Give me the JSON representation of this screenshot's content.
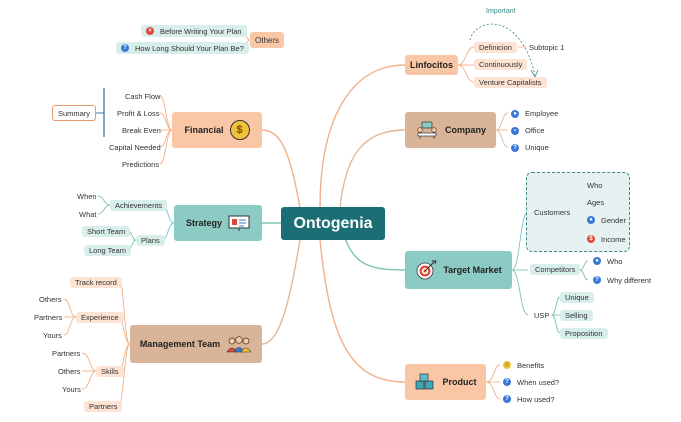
{
  "center": "Ontogenia",
  "others_group": {
    "label": "Others",
    "items": [
      {
        "label": "Before Writing Your Plan",
        "icon": "red-x-icon"
      },
      {
        "label": "How Long Should Your Plan Be?",
        "icon": "blue-question-icon"
      }
    ]
  },
  "financial": {
    "label": "Financial",
    "icon": "dollar-coin-icon",
    "items": [
      "Cash Flow",
      "Profit & Loss",
      "Break Even",
      "Capital Needed",
      "Predictions"
    ],
    "summary": "Summary"
  },
  "strategy": {
    "label": "Strategy",
    "icon": "presentation-icon",
    "achievements": {
      "label": "Achievements",
      "items": [
        "When",
        "What"
      ]
    },
    "plans": {
      "label": "Plans",
      "items": [
        "Short Team",
        "Long Team"
      ]
    }
  },
  "management": {
    "label": "Management Team",
    "icon": "team-people-icon",
    "track": "Track record",
    "experience": {
      "label": "Experience",
      "items": [
        "Others",
        "Partners",
        "Yours"
      ]
    },
    "skills": {
      "label": "Skills",
      "items": [
        "Partners",
        "Others",
        "Yours"
      ]
    },
    "partners": "Partners"
  },
  "linfocitos": {
    "label": "Linfocitos",
    "items": [
      "Definicion",
      "Continuously",
      "Venture Capitalists"
    ],
    "subtopic": "Subtopic 1",
    "important": "Important"
  },
  "company": {
    "label": "Company",
    "icon": "office-meeting-icon",
    "items": [
      {
        "label": "Employee",
        "icon": "person-icon"
      },
      {
        "label": "Office",
        "icon": "building-icon"
      },
      {
        "label": "Unique",
        "icon": "question-icon"
      }
    ]
  },
  "target": {
    "label": "Target Market",
    "icon": "target-icon",
    "customers": {
      "label": "Customers",
      "items": [
        "Who",
        "Ages",
        "Gender",
        "Income"
      ]
    },
    "competitors": {
      "label": "Competitors",
      "items": [
        "Who",
        "Why different"
      ]
    },
    "usp": {
      "label": "USP",
      "items": [
        "Unique",
        "Selling",
        "Proposition"
      ]
    }
  },
  "product": {
    "label": "Product",
    "icon": "boxes-icon",
    "items": [
      {
        "label": "Benefits",
        "icon": "smile-icon"
      },
      {
        "label": "When used?",
        "icon": "question-icon"
      },
      {
        "label": "How used?",
        "icon": "question-icon"
      }
    ]
  },
  "colors": {
    "center": "#1b6f74",
    "peach": "#f9c7a6",
    "tan": "#d9b499",
    "teal": "#8ccbc3",
    "line_orange": "#f2b08a",
    "line_teal": "#7cc3b8"
  }
}
